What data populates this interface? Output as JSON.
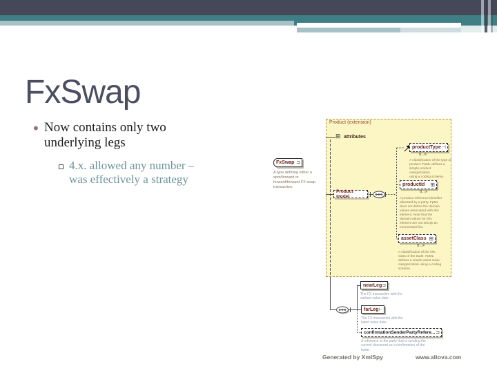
{
  "slide": {
    "title": "FxSwap",
    "bullet": {
      "marker": "•",
      "text": "Now contains only two\nunderlying legs"
    },
    "sub_bullet": {
      "text": "4.x. allowed any number –\nwas effectively a strategy"
    }
  },
  "diagram": {
    "group": {
      "label": "Product (extension)"
    },
    "attributes": {
      "label": "attributes"
    },
    "root": {
      "label": "FxSwap",
      "annotation": "A type defining either a\nspot/forward or\nforward/forward FX swap\ntransaction."
    },
    "model": {
      "label": "Product model"
    },
    "product_type": {
      "label": "productType",
      "occurrence": "0..∞",
      "annotation": "A classification of the type of\nproduct. FpML defines a\nsimple product categorization\nusing a coding scheme."
    },
    "product_id": {
      "label": "productId",
      "occurrence": "0..∞",
      "annotation": "A product reference identifier\nallocated by a party. FpML\ndoes not define the domain\nvalues associated with this\nelement. Note that the\ndomain values for this\nelement are not strictly an\nenumerated list."
    },
    "asset_class": {
      "label": "assetClass",
      "occurrence": "0..∞",
      "annotation": "A classification of the risk\nclass of the trade. FpML\ndefines a simple asset class\ncategorization using a coding\nscheme."
    },
    "near_leg": {
      "label": "nearLeg",
      "annotation": "The FX transaction with the\nearliest value date."
    },
    "far_leg": {
      "label": "farLeg",
      "annotation": "The FX transaction with the\nlatest value date."
    },
    "confirmation": {
      "label": "confirmationSenderPartyRefere...",
      "annotation": "A reference to the party that is sending the\ncurrent document as a confirmation of the\ntrade."
    }
  },
  "footer": {
    "generated_by": "Generated by XmlSpy",
    "website": "www.altova.com"
  },
  "icons": {
    "expand": "⊐",
    "plus": "⊞",
    "type_bar": "⊣",
    "far_leg_marker": "⊢"
  },
  "colors": {
    "banner_dark": "#454858",
    "banner_teal": "#3f7e85",
    "banner_light": "#a7c1c8",
    "title": "#4b4e60",
    "bullet_dot": "#8d6b93",
    "sub_bullet_text": "#6d929a",
    "diagram_yellow": "#fbf6c3",
    "element_label": "#6e2319",
    "annotation_olive": "#8b7454",
    "annotation_gray": "#93a0b1",
    "footer_gray": "#71716a"
  }
}
